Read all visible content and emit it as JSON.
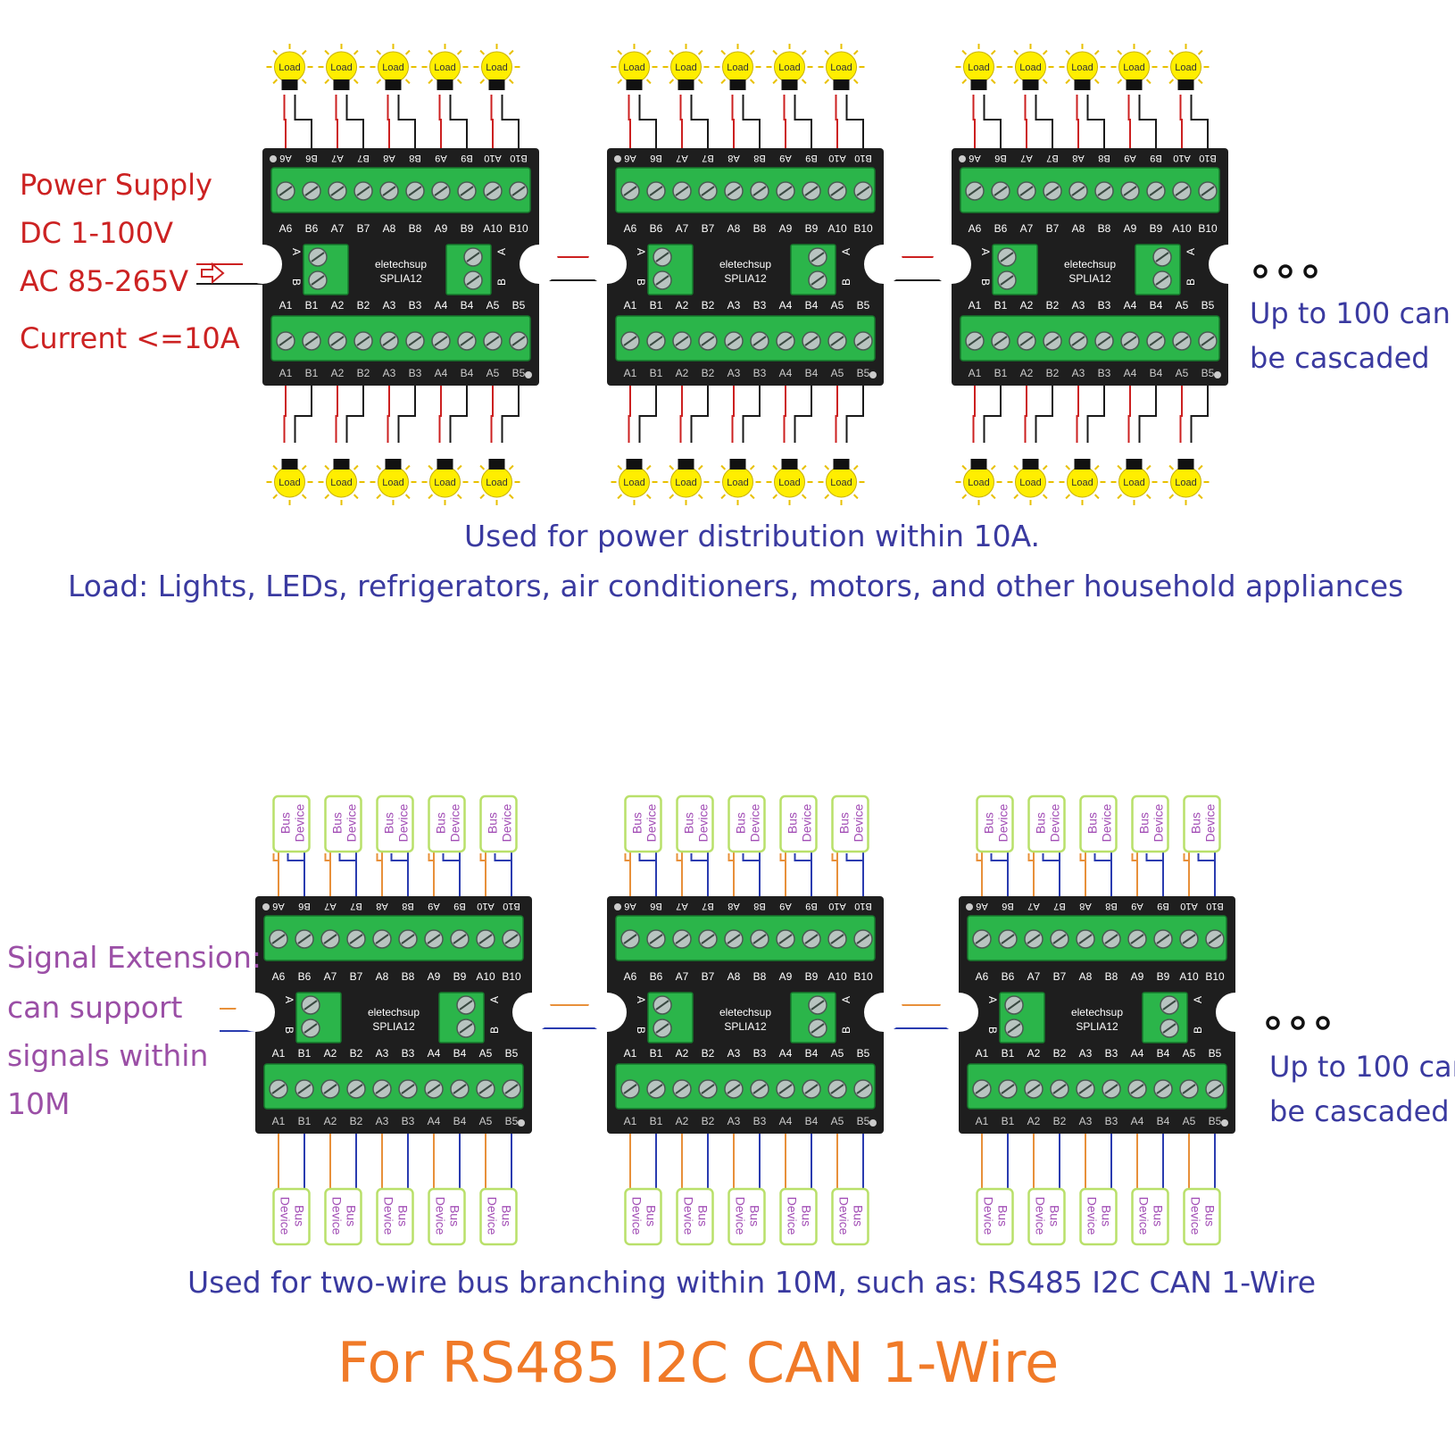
{
  "colors": {
    "power_red": "#cc2222",
    "text_blue": "#3a3aa0",
    "signal_purple": "#9b4fa6",
    "title_orange": "#f07a28",
    "wire_red": "#cc2020",
    "wire_black": "#1a1a1a",
    "wire_orange": "#e8903a",
    "wire_blue": "#2a3cb0",
    "pcb": "#1e1e1e",
    "terminal_green": "#2bb54a",
    "bulb_yellow": "#ffee00",
    "device_border": "#b9e06a",
    "device_text": "#a24db5"
  },
  "power_supply": {
    "lines": [
      "Power Supply",
      "DC 1-100V",
      "AC 85-265V",
      "Current <=10A"
    ],
    "arrow_icon": "arrow-right-icon"
  },
  "board": {
    "brand": "eletechsup",
    "model": "SPLIA12",
    "top_labels": [
      "A6",
      "B6",
      "A7",
      "B7",
      "A8",
      "B8",
      "A9",
      "B9",
      "A10",
      "B10"
    ],
    "bottom_labels": [
      "A1",
      "B1",
      "A2",
      "B2",
      "A3",
      "B3",
      "A4",
      "B4",
      "A5",
      "B5"
    ],
    "side_a": "A",
    "side_b": "B"
  },
  "load_label": "Load",
  "bus_device_line1": "Bus",
  "bus_device_line2": "Device",
  "ellipsis_icon": "ellipsis-dots-icon",
  "cascade_text": [
    "Up to 100 can",
    "be cascaded"
  ],
  "caption_power_1": "Used for power distribution within 10A.",
  "caption_power_2": "Load: Lights, LEDs, refrigerators, air conditioners, motors, and other household appliances",
  "signal_extension": [
    "Signal Extension:",
    "can support",
    "signals within",
    "10M"
  ],
  "caption_bus": "Used for two-wire bus branching within 10M, such as: RS485 I2C CAN 1-Wire",
  "title": "For RS485 I2C CAN 1-Wire"
}
